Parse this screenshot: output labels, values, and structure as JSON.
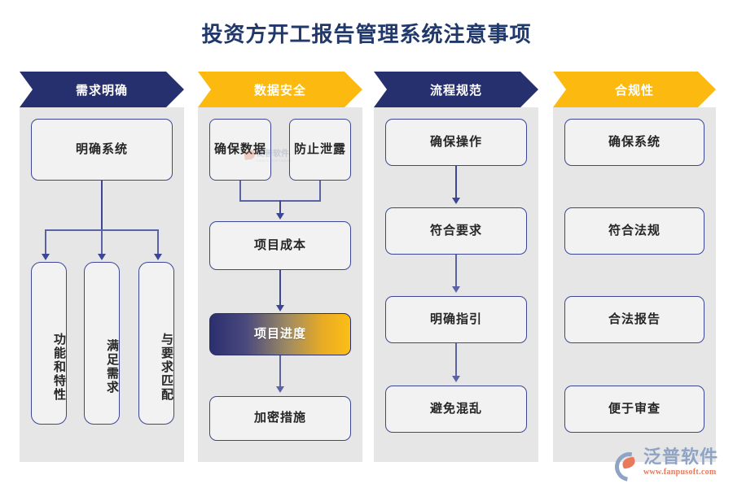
{
  "page": {
    "title": "投资方开工报告管理系统注意事项",
    "title_color": "#20386a",
    "background": "#ffffff"
  },
  "theme": {
    "navy": "#27306e",
    "gold": "#fcba10",
    "panel_gray": "#e6e6e6",
    "box_fill": "#f2f2f2",
    "box_border": "#3c4694",
    "box_text": "#262626",
    "connector": "#3c4694"
  },
  "columns": [
    {
      "header": "需求明确",
      "header_style": "navy",
      "nodes": [
        {
          "label": "明确系统",
          "orientation": "horizontal",
          "highlight": false
        },
        {
          "label": "功能和特性",
          "orientation": "vertical",
          "highlight": false
        },
        {
          "label": "满足需求",
          "orientation": "vertical",
          "highlight": false
        },
        {
          "label": "与要求匹配",
          "orientation": "vertical",
          "highlight": false
        }
      ]
    },
    {
      "header": "数据安全",
      "header_style": "gold",
      "nodes": [
        {
          "label": "确保数据",
          "orientation": "horizontal",
          "highlight": false
        },
        {
          "label": "防止泄露",
          "orientation": "horizontal",
          "highlight": false
        },
        {
          "label": "项目成本",
          "orientation": "horizontal",
          "highlight": false
        },
        {
          "label": "项目进度",
          "orientation": "horizontal",
          "highlight": true
        },
        {
          "label": "加密措施",
          "orientation": "horizontal",
          "highlight": false
        }
      ]
    },
    {
      "header": "流程规范",
      "header_style": "navy",
      "nodes": [
        {
          "label": "确保操作",
          "orientation": "horizontal",
          "highlight": false
        },
        {
          "label": "符合要求",
          "orientation": "horizontal",
          "highlight": false
        },
        {
          "label": "明确指引",
          "orientation": "horizontal",
          "highlight": false
        },
        {
          "label": "避免混乱",
          "orientation": "horizontal",
          "highlight": false
        }
      ]
    },
    {
      "header": "合规性",
      "header_style": "gold",
      "nodes": [
        {
          "label": "确保系统",
          "orientation": "horizontal",
          "highlight": false
        },
        {
          "label": "符合法规",
          "orientation": "horizontal",
          "highlight": false
        },
        {
          "label": "合法报告",
          "orientation": "horizontal",
          "highlight": false
        },
        {
          "label": "便于审查",
          "orientation": "horizontal",
          "highlight": false
        }
      ]
    }
  ],
  "branding": {
    "logo_name": "泛普软件",
    "logo_url": "www.fanpusoft.com",
    "watermark_name": "泛普软件",
    "watermark_sub": "FANPU SOFTWARE"
  }
}
